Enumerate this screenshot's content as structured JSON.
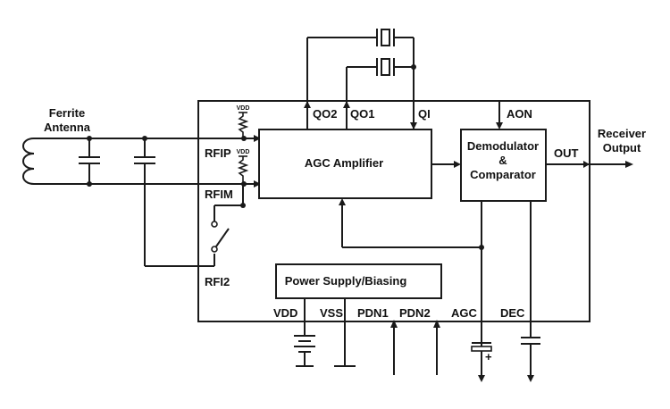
{
  "antenna": {
    "line1": "Ferrite",
    "line2": "Antenna"
  },
  "pins": {
    "rfip": "RFIP",
    "rfim": "RFIM",
    "rfi2": "RFI2",
    "qo2": "QO2",
    "qo1": "QO1",
    "qi": "QI",
    "aon": "AON",
    "out": "OUT",
    "vdd": "VDD",
    "vss": "VSS",
    "pdn1": "PDN1",
    "pdn2": "PDN2",
    "agc": "AGC",
    "dec": "DEC"
  },
  "bias": {
    "vdd_small_1": "VDD",
    "vdd_small_2": "VDD"
  },
  "blocks": {
    "agc_amplifier": "AGC Amplifier",
    "demod_line1": "Demodulator",
    "demod_line2": "&",
    "demod_line3": "Comparator",
    "power_supply": "Power Supply/Biasing"
  },
  "output": {
    "line1": "Receiver",
    "line2": "Output"
  },
  "agc_cap_polarity": "+"
}
